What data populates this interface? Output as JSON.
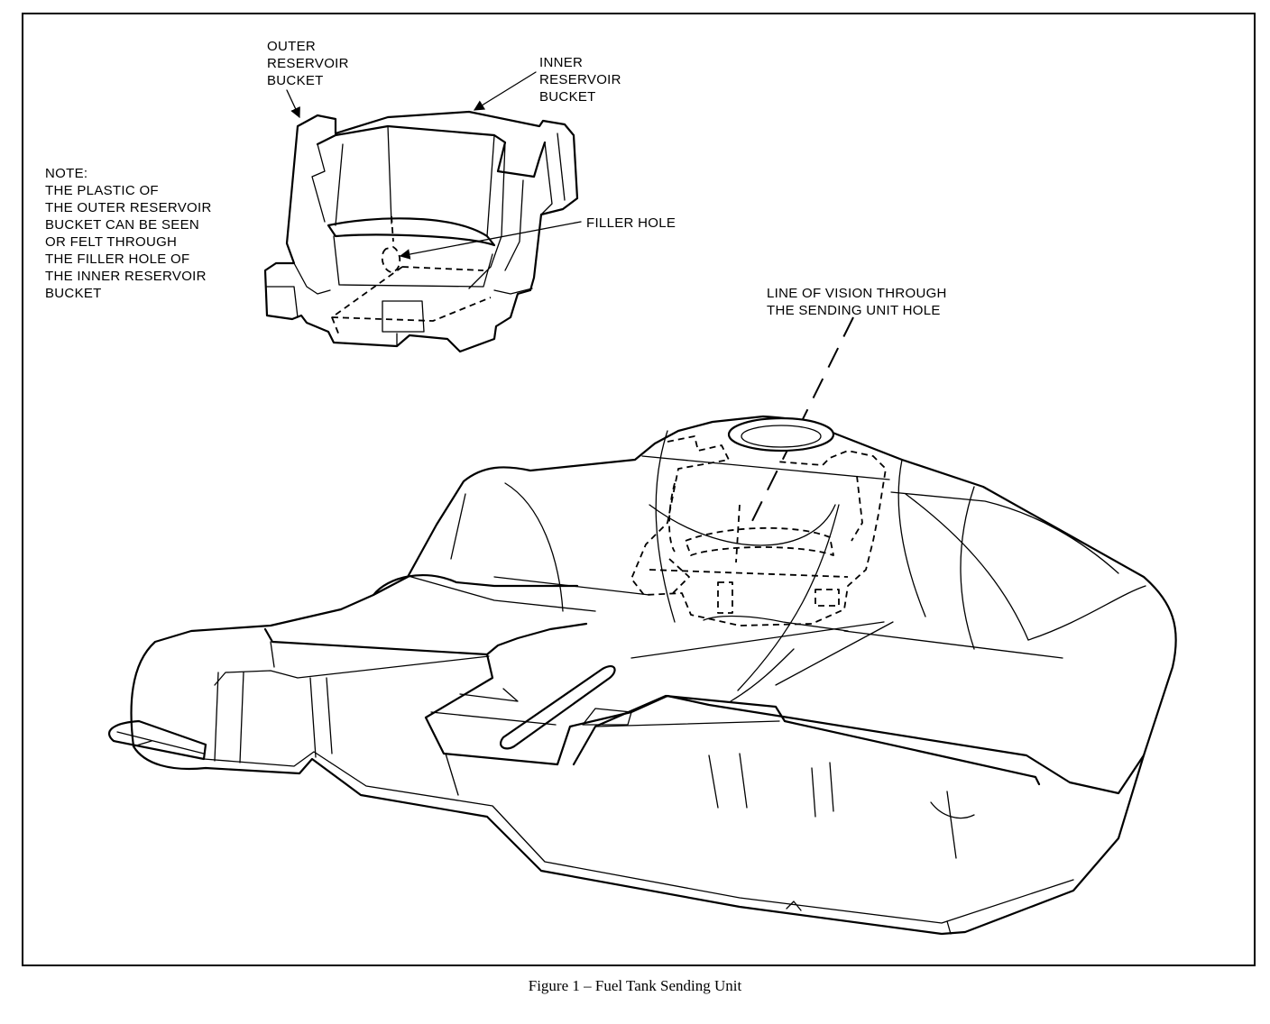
{
  "labels": {
    "outer_bucket": "OUTER\nRESERVOIR\nBUCKET",
    "inner_bucket": "INNER\nRESERVOIR\nBUCKET",
    "note": "NOTE:\nTHE PLASTIC OF\nTHE OUTER RESERVOIR\nBUCKET CAN BE SEEN\nOR FELT THROUGH\nTHE FILLER HOLE OF\nTHE INNER RESERVOIR\nBUCKET",
    "filler_hole": "FILLER HOLE",
    "line_of_vision": "LINE OF VISION THROUGH\nTHE SENDING UNIT HOLE"
  },
  "caption": "Figure 1 – Fuel Tank Sending Unit"
}
